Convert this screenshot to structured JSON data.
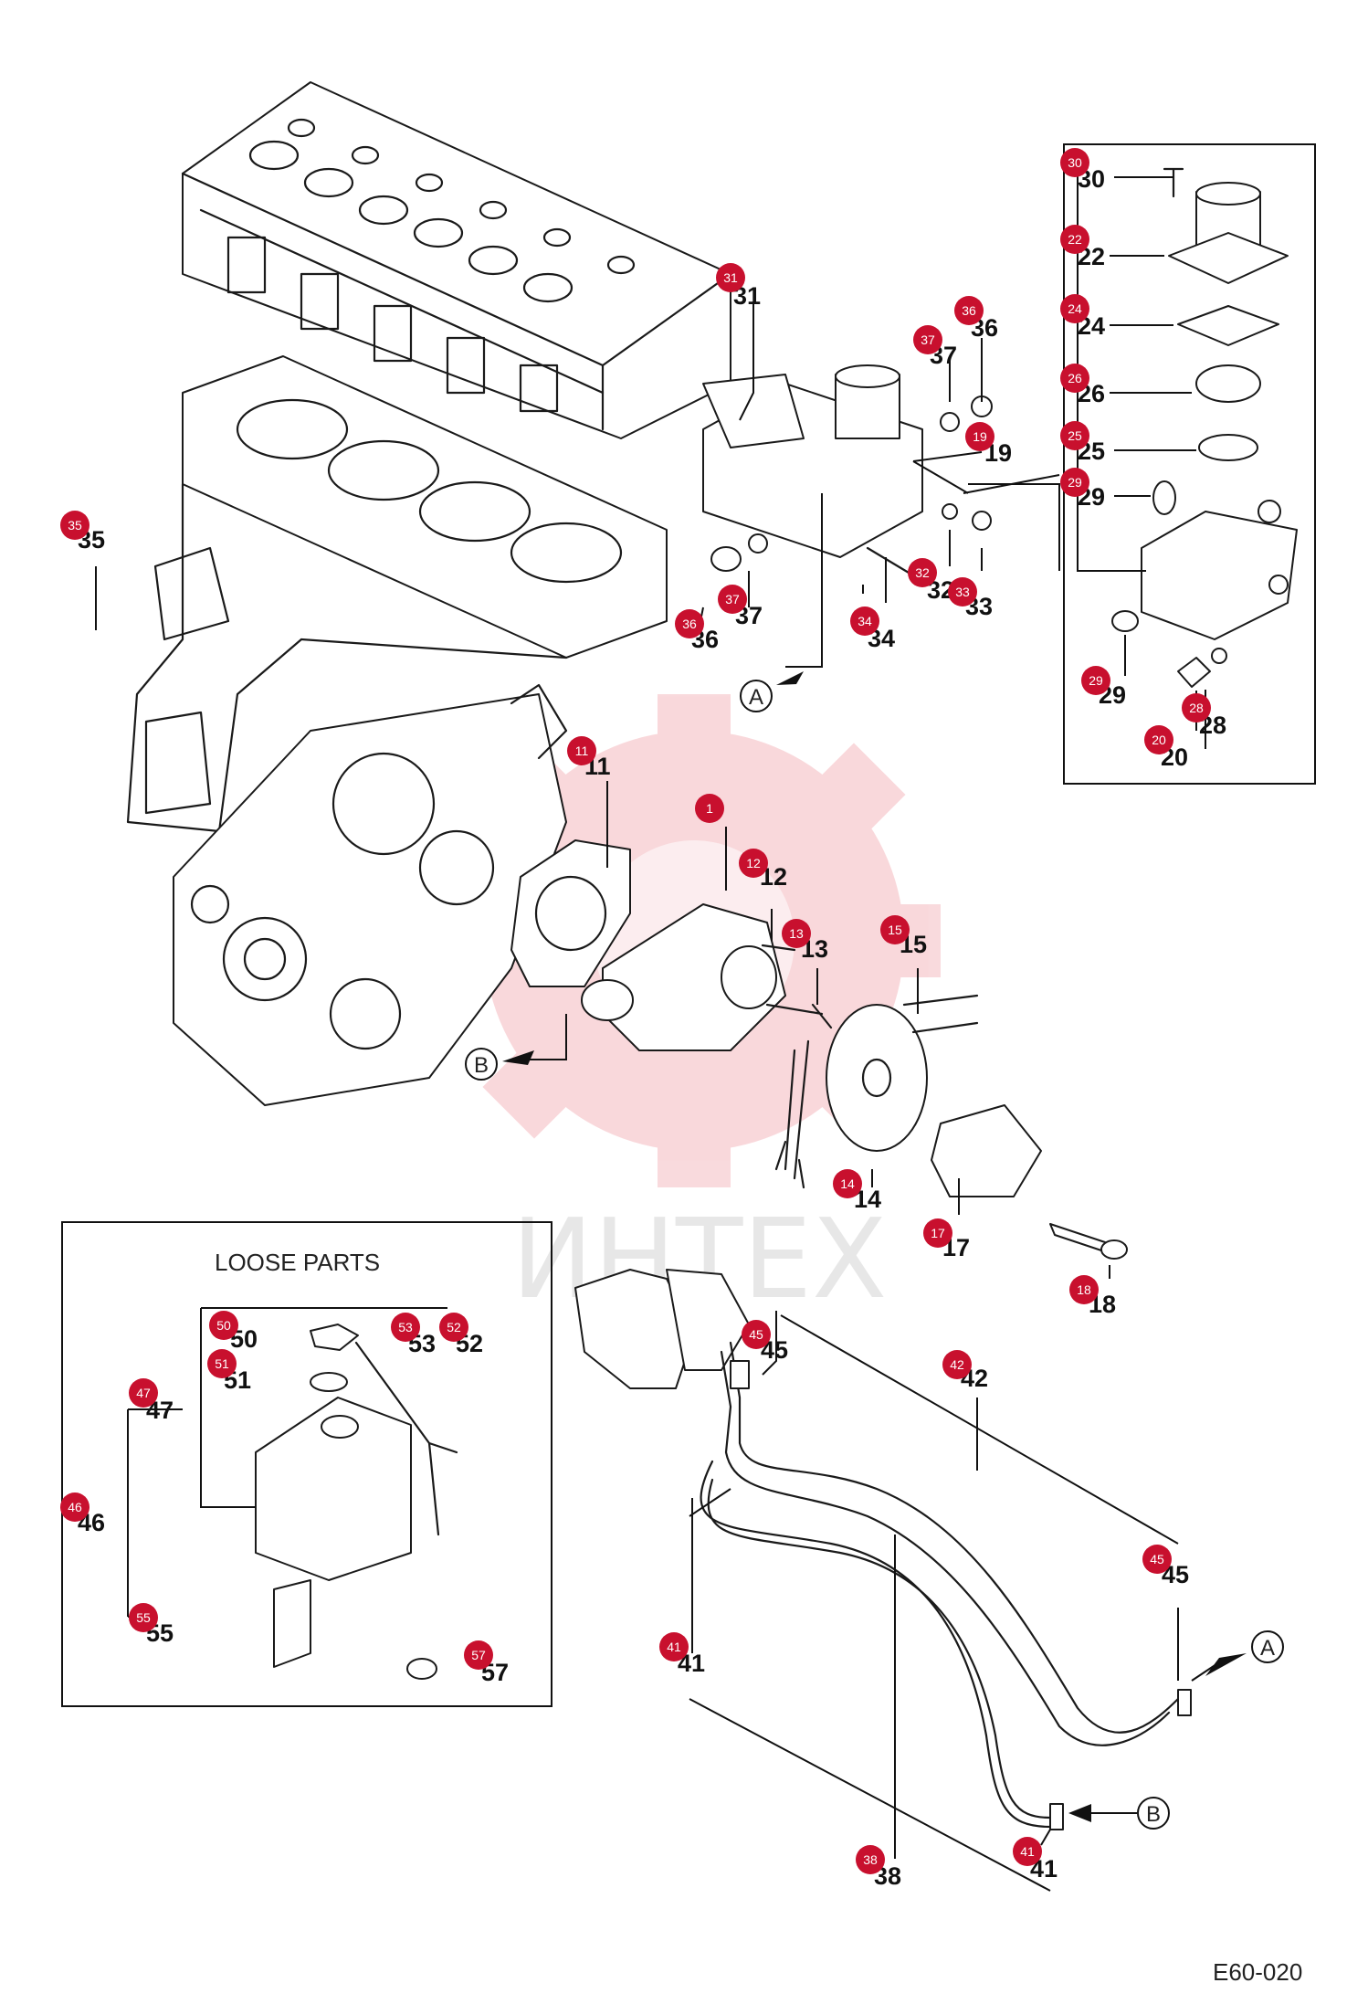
{
  "drawing_code": "E60-020",
  "watermark": "ИНТЕХ",
  "loose_parts_title": "LOOSE PARTS",
  "view_refs": {
    "a": "A",
    "b": "B"
  },
  "callouts": [
    {
      "id": "30",
      "label": "30"
    },
    {
      "id": "22",
      "label": "22"
    },
    {
      "id": "24",
      "label": "24"
    },
    {
      "id": "26",
      "label": "26"
    },
    {
      "id": "25",
      "label": "25"
    },
    {
      "id": "29a",
      "label": "29"
    },
    {
      "id": "29b",
      "label": "29"
    },
    {
      "id": "28",
      "label": "28"
    },
    {
      "id": "20",
      "label": "20"
    },
    {
      "id": "31",
      "label": "31"
    },
    {
      "id": "37a",
      "label": "37"
    },
    {
      "id": "36a",
      "label": "36"
    },
    {
      "id": "19",
      "label": "19"
    },
    {
      "id": "32",
      "label": "32"
    },
    {
      "id": "33",
      "label": "33"
    },
    {
      "id": "37b",
      "label": "37"
    },
    {
      "id": "36b",
      "label": "36"
    },
    {
      "id": "34",
      "label": "34"
    },
    {
      "id": "35",
      "label": "35"
    },
    {
      "id": "11",
      "label": "11"
    },
    {
      "id": "1",
      "label": "1"
    },
    {
      "id": "12",
      "label": "12"
    },
    {
      "id": "13",
      "label": "13"
    },
    {
      "id": "15",
      "label": "15"
    },
    {
      "id": "14",
      "label": "14"
    },
    {
      "id": "17",
      "label": "17"
    },
    {
      "id": "18",
      "label": "18"
    },
    {
      "id": "50",
      "label": "50"
    },
    {
      "id": "53",
      "label": "53"
    },
    {
      "id": "52",
      "label": "52"
    },
    {
      "id": "51",
      "label": "51"
    },
    {
      "id": "47",
      "label": "47"
    },
    {
      "id": "46",
      "label": "46"
    },
    {
      "id": "55",
      "label": "55"
    },
    {
      "id": "57",
      "label": "57"
    },
    {
      "id": "45a",
      "label": "45"
    },
    {
      "id": "42",
      "label": "42"
    },
    {
      "id": "45b",
      "label": "45"
    },
    {
      "id": "41a",
      "label": "41"
    },
    {
      "id": "41b",
      "label": "41"
    },
    {
      "id": "38",
      "label": "38"
    }
  ]
}
